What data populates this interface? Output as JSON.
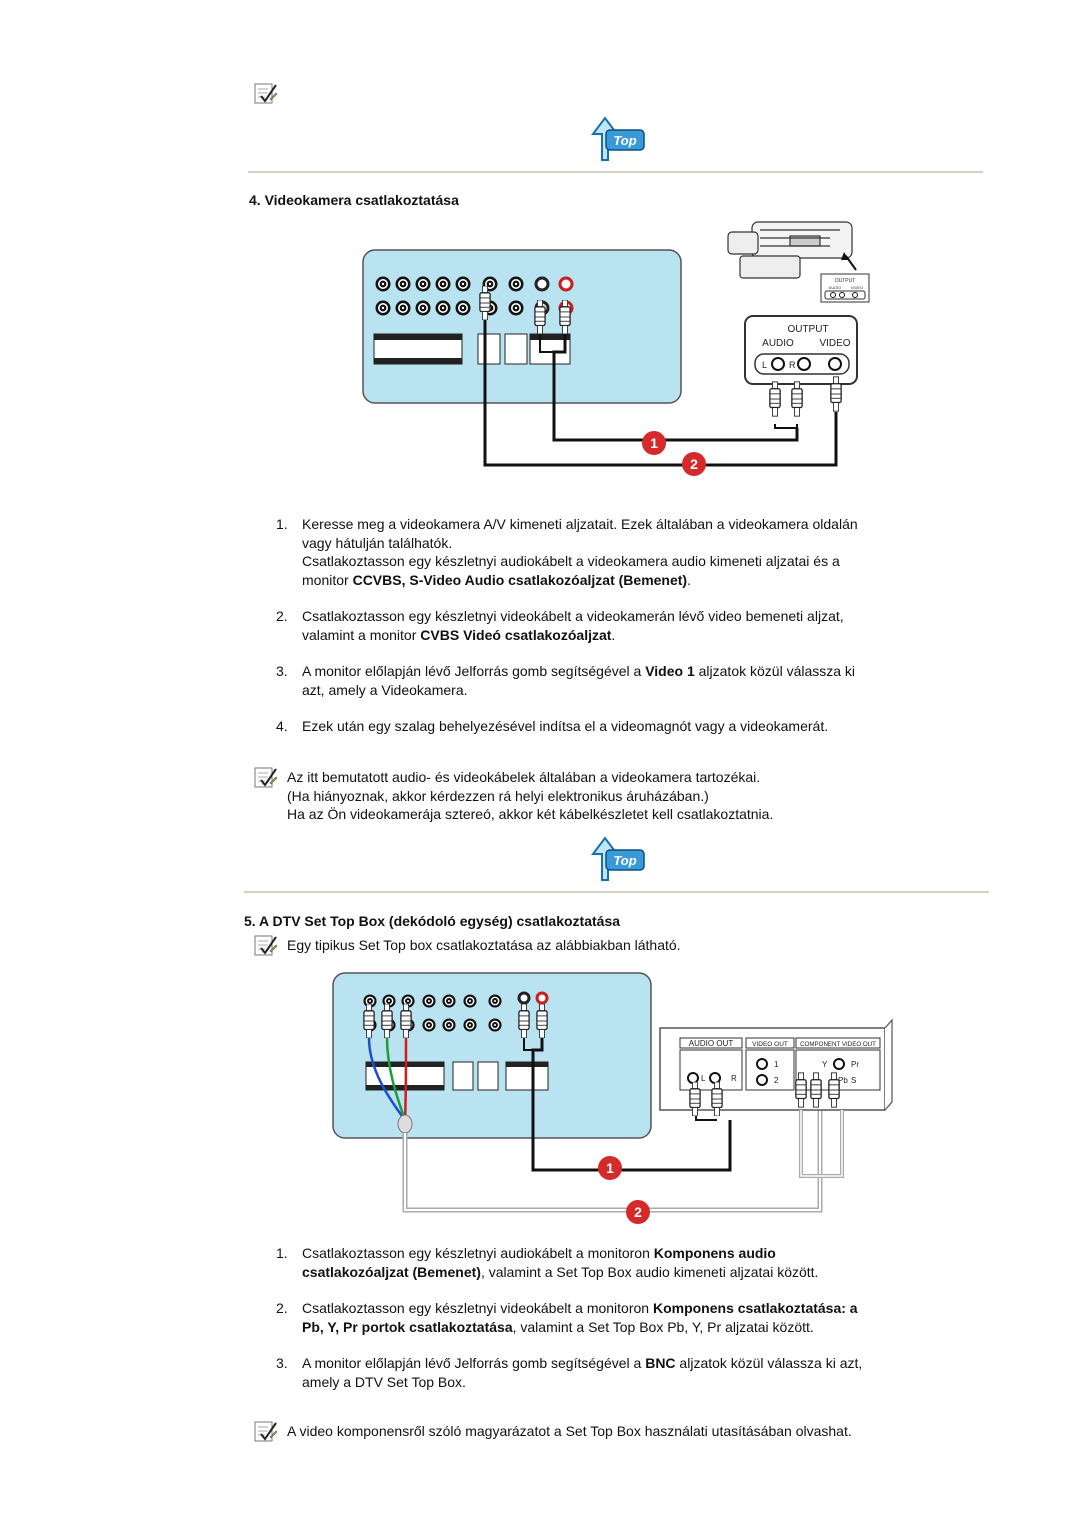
{
  "top_label": "Top",
  "section4": {
    "title": "4. Videokamera csatlakoztatása",
    "diagram": {
      "output_label": "OUTPUT",
      "audio_label": "AUDIO",
      "video_label": "VIDEO",
      "l_label": "L",
      "r_label": "R",
      "small_output": "OUTPUT",
      "small_audio": "AUDIO",
      "small_video": "VIDEO",
      "badge1": "1",
      "badge2": "2"
    },
    "steps": [
      {
        "num": "1.",
        "line1": "Keresse meg a videokamera A/V kimeneti aljzatait. Ezek általában a videokamera oldalán",
        "line2": "vagy hátulján találhatók.",
        "line3": "Csatlakoztasson egy készletnyi audiokábelt a videokamera audio kimeneti aljzatai és a",
        "line4_pre": "monitor ",
        "line4_bold": "CCVBS, S-Video Audio csatlakozóaljzat (Bemenet)",
        "line4_post": "."
      },
      {
        "num": "2.",
        "line1": "Csatlakoztasson egy készletnyi videokábelt a videokamerán lévő video bemeneti aljzat,",
        "line2_pre": "valamint a monitor ",
        "line2_bold": "CVBS Videó csatlakozóaljzat",
        "line2_post": "."
      },
      {
        "num": "3.",
        "line1_pre": "A monitor előlapján lévő Jelforrás gomb segítségével a ",
        "line1_bold": "Video 1",
        "line1_post": " aljzatok közül válassza ki",
        "line2": "azt, amely a Videokamera."
      },
      {
        "num": "4.",
        "line1": "Ezek után egy szalag behelyezésével indítsa el a videomagnót vagy a videokamerát."
      }
    ],
    "note_line1": "Az itt bemutatott audio- és videokábelek általában a videokamera tartozékai.",
    "note_line2": "(Ha hiányoznak, akkor kérdezzen rá helyi elektronikus áruházában.)",
    "note_line3": "Ha az Ön videokamerája sztereó, akkor két kábelkészletet kell csatlakoztatnia."
  },
  "section5": {
    "title": "5. A DTV Set Top Box (dekódoló egység) csatlakoztatása",
    "intro": "Egy tipikus Set Top box csatlakoztatása az alábbiakban látható.",
    "diagram": {
      "audio_out": "AUDIO OUT",
      "video_out": "VIDEO OUT",
      "component_out": "COMPONENT VIDEO OUT",
      "l_label": "L",
      "r_label": "R",
      "one": "1",
      "two": "2",
      "y_label": "Y",
      "pr_label": "Pr",
      "pb_label": "Pb",
      "s_label": "S",
      "badge1": "1",
      "badge2": "2"
    },
    "steps": [
      {
        "num": "1.",
        "line1_pre": "Csatlakoztasson egy készletnyi audiokábelt a monitoron ",
        "line1_bold": "Komponens audio",
        "line2_bold": "csatlakozóaljzat (Bemenet)",
        "line2_post": ", valamint a Set Top Box audio kimeneti aljzatai között."
      },
      {
        "num": "2.",
        "line1_pre": "Csatlakoztasson egy készletnyi videokábelt a monitoron ",
        "line1_bold": "Komponens csatlakoztatása: a",
        "line2_bold": "Pb, Y, Pr portok csatlakoztatása",
        "line2_post": ", valamint a Set Top Box Pb, Y, Pr aljzatai között."
      },
      {
        "num": "3.",
        "line1_pre": "A monitor előlapján lévő Jelforrás gomb segítségével a ",
        "line1_bold": "BNC",
        "line1_post": " aljzatok közül válassza ki azt,",
        "line2": "amely a DTV Set Top Box."
      }
    ],
    "note": "A video komponensről szóló magyarázatot a Set Top Box használati utasításában olvashat."
  }
}
